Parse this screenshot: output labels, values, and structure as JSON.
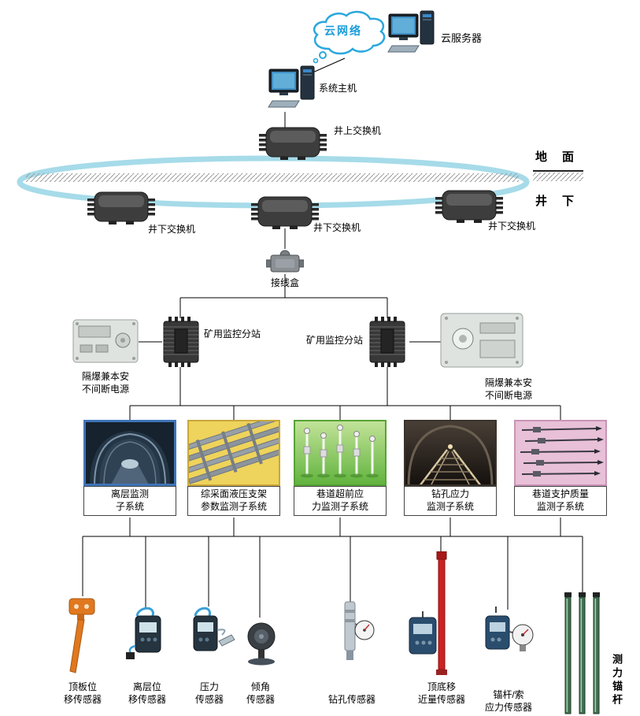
{
  "diagram": {
    "cloud_label": "云网络",
    "cloud_server_label": "云服务器",
    "host_label": "系统主机",
    "surface_switch_label": "井上交换机",
    "ground_label": "地　面",
    "underground_label": "井　下",
    "junction_label": "接线盒",
    "station_label": "矿用监控分站",
    "ups_label": "隔爆兼本安\n不间断电源",
    "underground_switches": [
      {
        "label": "井下交换机"
      },
      {
        "label": "井下交换机"
      },
      {
        "label": "井下交换机"
      }
    ],
    "subsystems": [
      {
        "label": "离层监测\n子系统"
      },
      {
        "label": "综采面液压支架\n参数监测子系统"
      },
      {
        "label": "巷道超前应\n力监测子系统"
      },
      {
        "label": "钻孔应力\n监测子系统"
      },
      {
        "label": "巷道支护质量\n监测子系统"
      }
    ],
    "sensors": [
      {
        "label": "顶板位\n移传感器"
      },
      {
        "label": "离层位\n移传感器"
      },
      {
        "label": "压力\n传感器"
      },
      {
        "label": "倾角\n传感器"
      },
      {
        "label": "钻孔传感器"
      },
      {
        "label": "顶底移\n近量传感器"
      },
      {
        "label": "锚杆/索\n应力传感器"
      }
    ],
    "force_bolt_label": "测力锚杆"
  },
  "colors": {
    "ring": "#a6dbe9",
    "cloud_outline": "#2aa7dd",
    "cloud_text": "#1b9cd8",
    "subsystem_accents": [
      "#3f74b8",
      "#e8c84a",
      "#62b33e",
      "#4a4038",
      "#dba8c9"
    ]
  }
}
